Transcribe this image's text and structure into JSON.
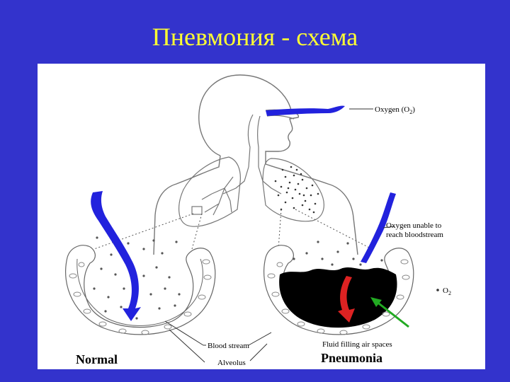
{
  "slide": {
    "title": "Пневмония - схема"
  },
  "figure": {
    "labels": {
      "oxygen": "Oxygen (O",
      "oxygen_sub": "2",
      "oxygen_close": ")",
      "oxygen_unable_line1": "Oxygen unable to",
      "oxygen_unable_line2": "reach bloodstream",
      "o2": "O",
      "o2_sub": "2",
      "fluid": "Fluid filling air spaces",
      "blood_stream": "Blood stream",
      "alveolus": "Alveolus",
      "normal": "Normal",
      "pneumonia": "Pneumonia"
    },
    "colors": {
      "background": "#3333cc",
      "title": "#ffff33",
      "oxygen_flow": "#2222dd",
      "blocked_flow": "#dd2222",
      "fluid": "#000000",
      "pointer_arrow": "#22aa22"
    }
  }
}
